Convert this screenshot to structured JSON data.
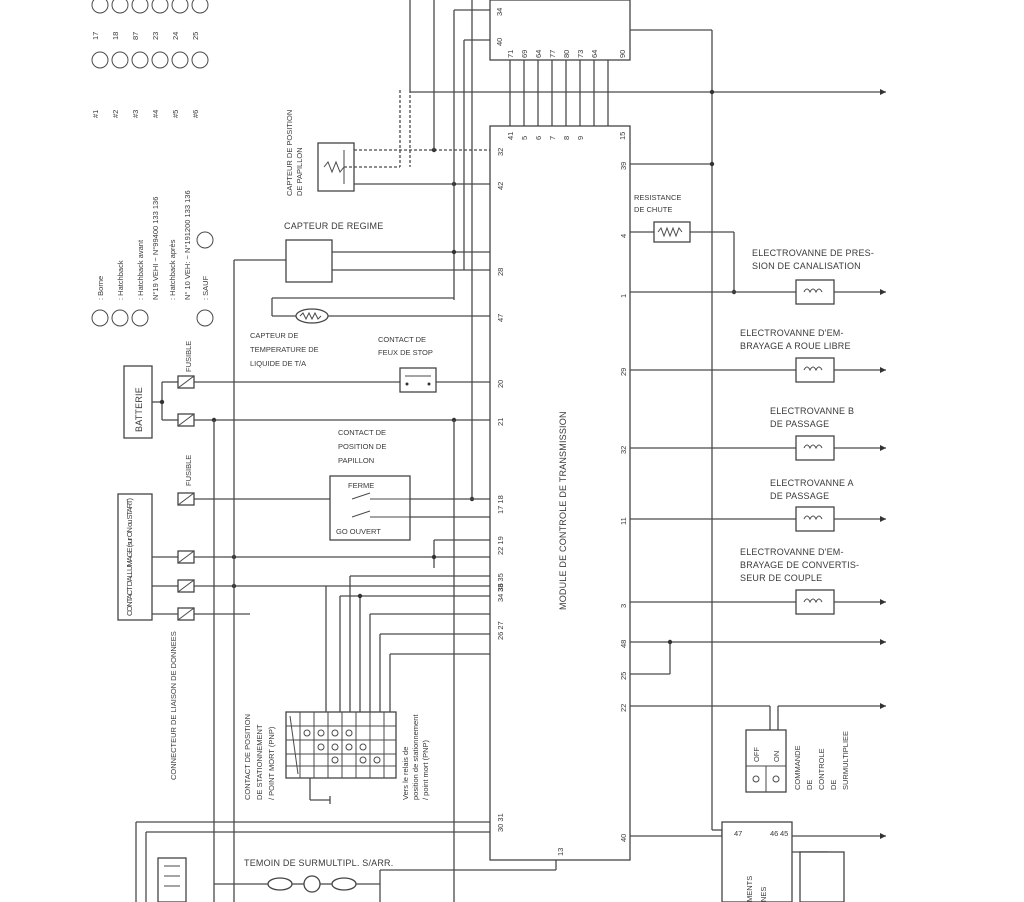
{
  "legend": {
    "codes": [
      "#1",
      "#2",
      "#3",
      "#4",
      "#5",
      "#6"
    ],
    "pins": [
      "17",
      "18",
      "87",
      "23",
      "24",
      "25"
    ],
    "wire_notes": [
      ": Borne",
      ": Hatchback",
      ": Hatchback avant",
      "N°19 VEHI ~ N°99400 133 136",
      ": Hatchback après",
      "N° 10 VEH: ~ N°191200 133 136",
      ": SAUF"
    ],
    "fuse_notes": [
      "FUSIBLE",
      "FUSIBLE"
    ]
  },
  "components": {
    "battery": "BATTERIE",
    "ignition_switch": "CONTACT D'ALLUMAGE (sur ON ou START)",
    "tps_sensor": "CAPTEUR DE POSITION DE PAPILLON",
    "speed_sensor": "CAPTEUR DE REGIME",
    "coolant_temp_sensor": "CAPTEUR DE TEMPERATURE DE LIQUIDE DE T/A",
    "stop_lamp_switch": "CONTACT DE FEUX DE STOP",
    "throttle_position_switch": "CONTACT DE POSITION DE PAPILLON",
    "ferme": "FERME",
    "ouvert": "GO OUVERT",
    "data_link": "CONNECTEUR DE LIAISON DE DONNEES",
    "pnp_switch": "CONTACT DE POSITION DE STATIONNEMENT / POINT MORT (PNP)",
    "pnp_relay": "Vers le relais de position de stationnement / point mort (PNP)",
    "overdrive_lamp": "TEMOIN DE SURMULTIPL. S/ARR.",
    "module": "MODULE DE CONTROLE DE TRANSMISSION",
    "dropping_resistor": "RESISTANCE DE CHUTE",
    "line_pressure_valve": "ELECTROVANNE DE PRESSION DE CANALISATION",
    "overrun_clutch_valve": "ELECTROVANNE D'EMBRAYAGE A ROUE LIBRE",
    "shift_valve_b": "ELECTROVANNE B DE PASSAGE",
    "shift_valve_a": "ELECTROVANNE A DE PASSAGE",
    "torque_converter_valve": "ELECTROVANNE D'EMBRAYAGE DE CONVERTISSEUR DE COUPLE",
    "overdrive_switch": "COMMANDE DE CONTROLE DE SURMULTIPLIEE",
    "od_off": "OFF",
    "od_on": "ON",
    "instruments": "INSTRUMENTS",
    "instruments_2": "MENTS",
    "instruments_3": "NES"
  },
  "pins": {
    "module_left": [
      "32",
      "42",
      "28",
      "47",
      "20",
      "21",
      "17 18",
      "22 19",
      "33 35",
      "34 36",
      "26 27",
      "30 31"
    ],
    "module_top": [
      "41",
      "5",
      "6",
      "7",
      "8",
      "9",
      "15"
    ],
    "module_right": [
      "39",
      "4",
      "1",
      "29",
      "32",
      "11",
      "3",
      "48",
      "25",
      "22",
      "40"
    ],
    "module_bottom": "13",
    "upper_connector": [
      "71",
      "69",
      "64",
      "77",
      "80",
      "73",
      "64",
      "90"
    ],
    "upper_left": [
      "34",
      "40"
    ],
    "instrument_pins": [
      "47",
      "46",
      "45"
    ]
  }
}
